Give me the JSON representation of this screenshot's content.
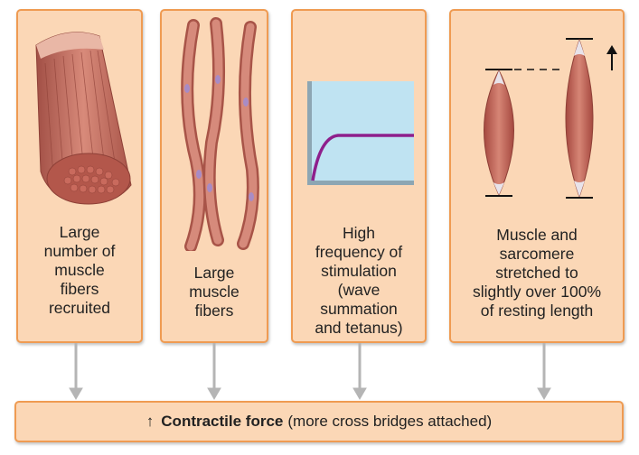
{
  "panels": [
    {
      "caption": "Large\nnumber of\nmuscle\nfibers\nrecruited"
    },
    {
      "caption": "Large\nmuscle\nfibers"
    },
    {
      "caption": "High\nfrequency of\nstimulation\n(wave\nsummation\nand tetanus)"
    },
    {
      "caption": "Muscle and\nsarcomere\nstretched to\nslightly over 100%\nof resting length"
    }
  ],
  "result": {
    "arrow": "↑",
    "bold": "Contractile force",
    "rest": "(more cross bridges attached)"
  },
  "colors": {
    "panel_fill": "#fbd7b6",
    "panel_border": "#ef9b52",
    "muscle": "#c8756a",
    "graph_bg": "#bfe3f2",
    "graph_curve": "#8e1f8c",
    "connector": "#b5b5b5"
  }
}
